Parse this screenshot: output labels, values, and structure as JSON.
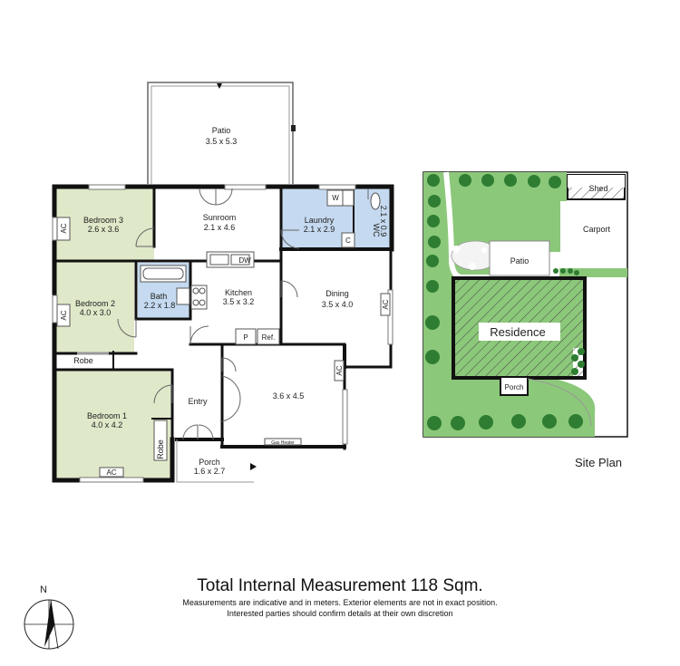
{
  "rooms": {
    "patio": {
      "name": "Patio",
      "dims": "3.5 x 5.3"
    },
    "bedroom3": {
      "name": "Bedroom 3",
      "dims": "2.6 x 3.6"
    },
    "sunroom": {
      "name": "Sunroom",
      "dims": "2.1 x 4.6"
    },
    "laundry": {
      "name": "Laundry",
      "dims": "2.1 x 2.9"
    },
    "wc": {
      "name": "WC",
      "dims": "2.1 x 0.9"
    },
    "bedroom2": {
      "name": "Bedroom 2",
      "dims": "4.0 x 3.0"
    },
    "bath": {
      "name": "Bath",
      "dims": "2.2 x 1.8"
    },
    "kitchen": {
      "name": "Kitchen",
      "dims": "3.5 x 3.2"
    },
    "dining": {
      "name": "Dining",
      "dims": "3.5 x 4.0"
    },
    "robe1": {
      "name": "Robe"
    },
    "robe2": {
      "name": "Robe"
    },
    "bedroom1": {
      "name": "Bedroom 1",
      "dims": "4.0 x 4.2"
    },
    "entry": {
      "name": "Entry"
    },
    "living": {
      "dims": "3.6 x 4.5"
    },
    "porch": {
      "name": "Porch",
      "dims": "1.6 x 2.7"
    }
  },
  "fixtures": {
    "ac": "AC",
    "dw": "DW",
    "w": "W",
    "c": "C",
    "p": "P",
    "ref": "Ref.",
    "gas_heater": "Gas Heater"
  },
  "site_plan": {
    "title": "Site Plan",
    "shed": "Shed",
    "carport": "Carport",
    "patio": "Patio",
    "residence": "Residence",
    "porch": "Porch"
  },
  "compass": {
    "north": "N"
  },
  "footer": {
    "total": "Total Internal Measurement 118 Sqm.",
    "note1": "Measurements are indicative and in meters. Exterior elements are not in exact position.",
    "note2": "Interested parties should confirm details at their own discretion"
  },
  "colors": {
    "bedroom": "#dfe8c8",
    "wet_area": "#c5daf0",
    "wall": "#111111",
    "grass": "#8cc87a",
    "tree": "#2e7d32"
  }
}
